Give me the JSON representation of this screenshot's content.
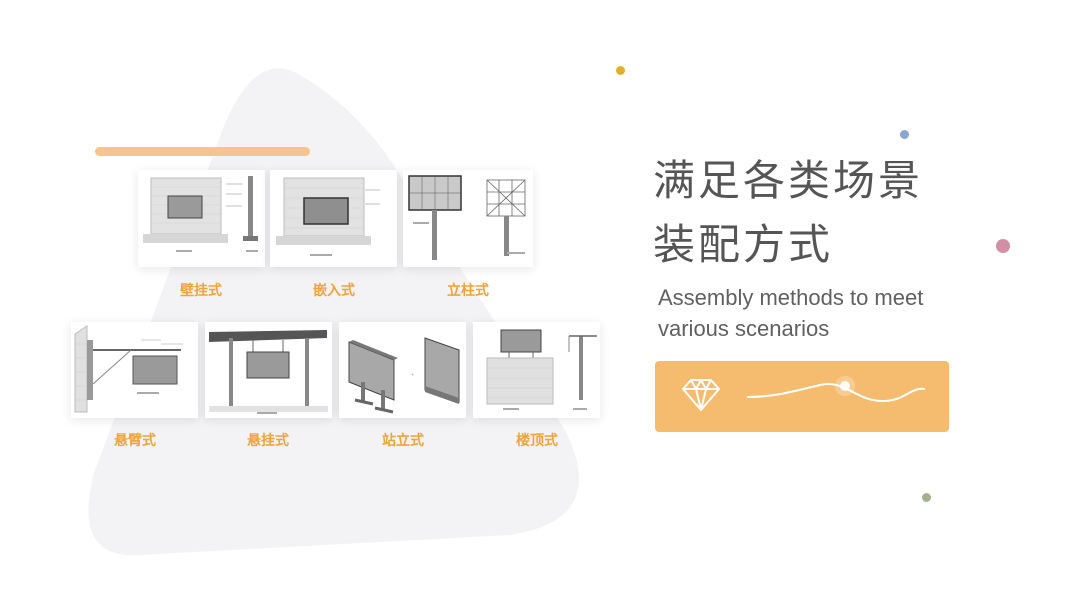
{
  "heading": {
    "line1": "满足各类场景",
    "line2": "装配方式",
    "subtitle_line1": "Assembly methods to meet",
    "subtitle_line2": "various scenarios"
  },
  "methods": [
    {
      "label": "壁挂式"
    },
    {
      "label": "嵌入式"
    },
    {
      "label": "立柱式"
    },
    {
      "label": "悬臂式"
    },
    {
      "label": "悬挂式"
    },
    {
      "label": "站立式"
    },
    {
      "label": "楼顶式"
    }
  ],
  "banner": {
    "icon": "diamond-icon"
  },
  "colors": {
    "accent": "#f5bb6f",
    "caption": "#f2a33a",
    "title": "#555555",
    "dot_yellow": "#e0b12a",
    "dot_blue": "#8aa6cf",
    "dot_pink": "#d48ea6",
    "dot_green": "#a2b28a"
  }
}
